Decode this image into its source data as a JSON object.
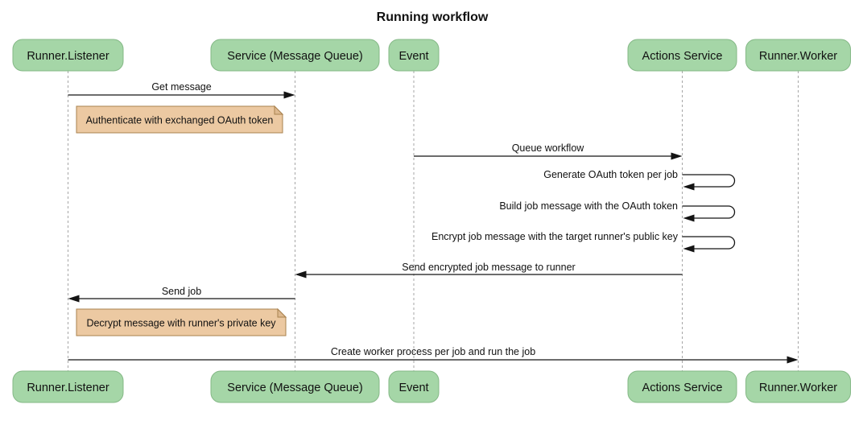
{
  "title": "Running workflow",
  "diagram_type": "sequence-diagram",
  "colors": {
    "actor_fill": "#a5d6a7",
    "actor_border": "#84b886",
    "note_fill": "#ecc9a2",
    "note_fold": "#ddb88e",
    "note_border": "#a9824f",
    "lifeline": "#a6a6a6",
    "arrow": "#141414",
    "text": "#111111"
  },
  "actors": [
    {
      "name": "Runner.Listener"
    },
    {
      "name": "Service (Message Queue)"
    },
    {
      "name": "Event"
    },
    {
      "name": "Actions Service"
    },
    {
      "name": "Runner.Worker"
    }
  ],
  "messages": [
    {
      "type": "arrow",
      "from": "Runner.Listener",
      "to": "Service (Message Queue)",
      "label": "Get message"
    },
    {
      "type": "note",
      "over": "Runner.Listener",
      "label": "Authenticate with exchanged OAuth token"
    },
    {
      "type": "arrow",
      "from": "Event",
      "to": "Actions Service",
      "label": "Queue workflow"
    },
    {
      "type": "self",
      "actor": "Actions Service",
      "label": "Generate OAuth token per job"
    },
    {
      "type": "self",
      "actor": "Actions Service",
      "label": "Build job message with the OAuth token"
    },
    {
      "type": "self",
      "actor": "Actions Service",
      "label": "Encrypt job message with the target runner's public key"
    },
    {
      "type": "arrow",
      "from": "Actions Service",
      "to": "Service (Message Queue)",
      "label": "Send encrypted job message to runner"
    },
    {
      "type": "arrow",
      "from": "Service (Message Queue)",
      "to": "Runner.Listener",
      "label": "Send job"
    },
    {
      "type": "note",
      "over": "Runner.Listener",
      "label": "Decrypt message with runner's private key"
    },
    {
      "type": "arrow",
      "from": "Runner.Listener",
      "to": "Runner.Worker",
      "label": "Create worker process per job and run the job"
    }
  ]
}
